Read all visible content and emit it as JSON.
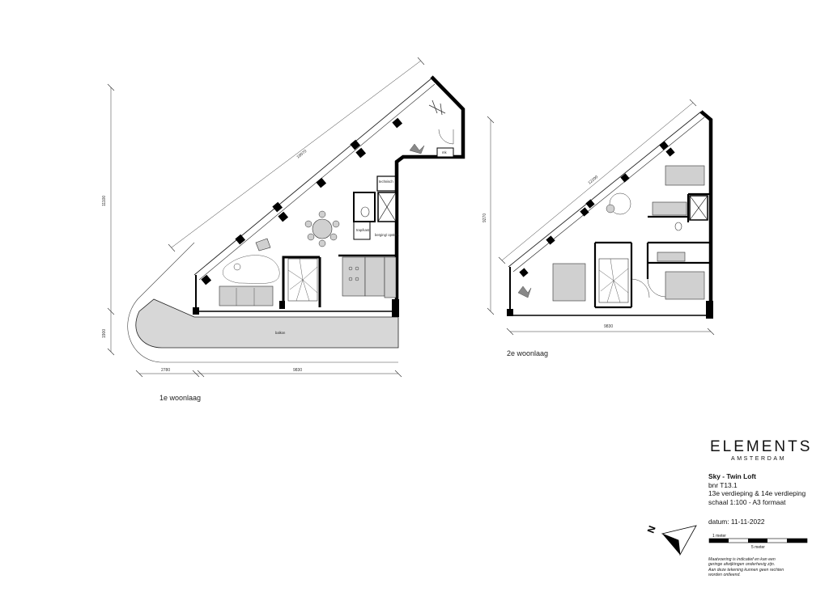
{
  "floor_1": {
    "label": "1e woonlaag",
    "dim_diagonal": "18070",
    "dim_height": "11100",
    "dim_balcony_depth": "1900",
    "dim_bottom_left": "2780",
    "dim_bottom_right": "9830",
    "room_balcony": "balkon",
    "room_closet": "trap/kast",
    "room_storage": "berging/ opstelt.",
    "room_mk": "mk",
    "room_hall": "technisch"
  },
  "floor_2": {
    "label": "2e woonlaag",
    "dim_diagonal": "12200",
    "dim_height": "9270",
    "dim_bottom": "9830"
  },
  "brand": {
    "name": "ELEMENTS",
    "city": "AMSTERDAM"
  },
  "info": {
    "title": "Sky - Twin Loft",
    "unit": "bnr T13.1",
    "levels": "13e verdieping & 14e verdieping",
    "scale": "schaal 1:100 - A3 formaat",
    "date": "datum: 11-11-2022"
  },
  "scale_bar": {
    "top_label": "1 meter",
    "bottom_label": "5 meter"
  },
  "disclaimer": [
    "Maatvoering is indicatief en kan een",
    "geringe afwijkingen onderhevig zijn.",
    "Aan deze tekening kunnen geen rechten",
    "worden ontleend."
  ],
  "north_arrow": "N"
}
